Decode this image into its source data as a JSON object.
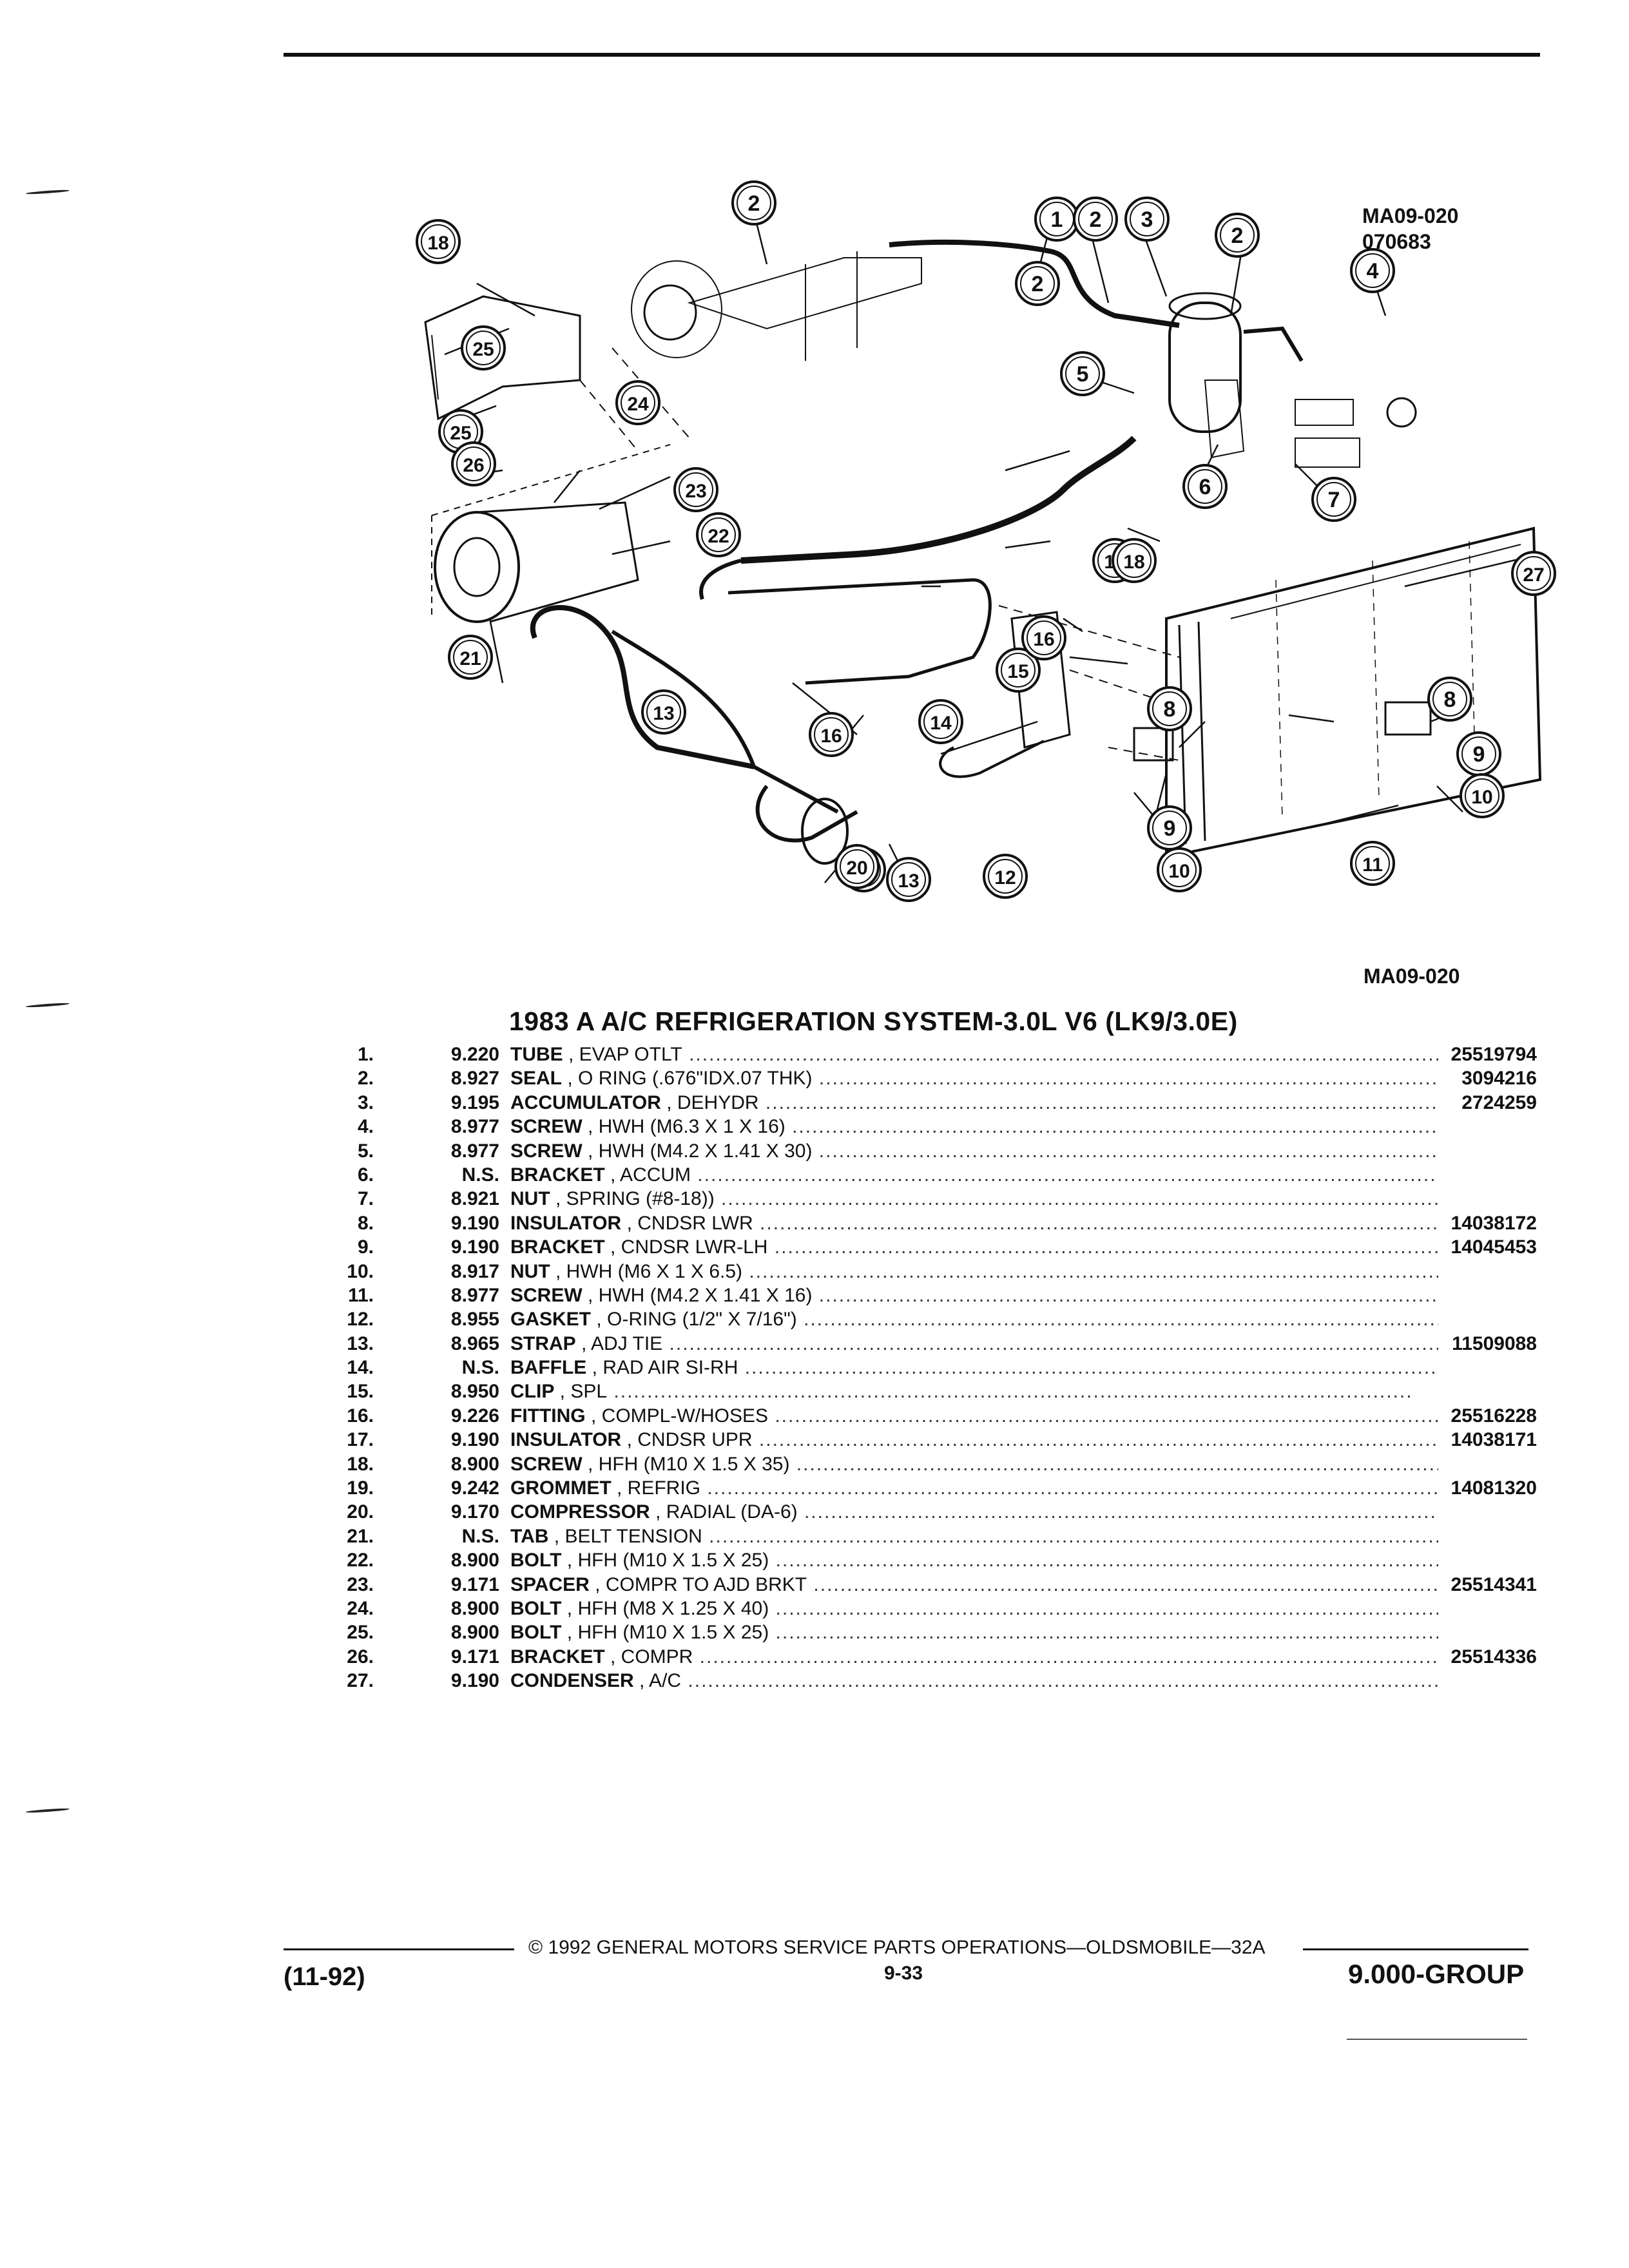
{
  "figure": {
    "id_top": "MA09-020",
    "date_code": "070683",
    "id_bottom": "MA09-020",
    "callouts": [
      "1",
      "2",
      "2",
      "2",
      "3",
      "2",
      "4",
      "5",
      "6",
      "7",
      "8",
      "8",
      "9",
      "9",
      "10",
      "10",
      "11",
      "12",
      "13",
      "13",
      "14",
      "15",
      "16",
      "16",
      "17",
      "18",
      "18",
      "19",
      "20",
      "21",
      "22",
      "23",
      "24",
      "25",
      "25",
      "26",
      "27"
    ]
  },
  "title": "1983 A A/C REFRIGERATION SYSTEM-3.0L V6 (LK9/3.0E)",
  "parts": [
    {
      "num": "1.",
      "group": "9.220",
      "name": "TUBE",
      "desc": " , EVAP OTLT",
      "pn": "25519794"
    },
    {
      "num": "2.",
      "group": "8.927",
      "name": "SEAL",
      "desc": " , O RING (.676\"IDX.07 THK)",
      "pn": "3094216"
    },
    {
      "num": "3.",
      "group": "9.195",
      "name": "ACCUMULATOR",
      "desc": " , DEHYDR",
      "pn": "2724259"
    },
    {
      "num": "4.",
      "group": "8.977",
      "name": "SCREW",
      "desc": " , HWH (M6.3 X 1 X 16)",
      "pn": ""
    },
    {
      "num": "5.",
      "group": "8.977",
      "name": "SCREW",
      "desc": " , HWH (M4.2 X 1.41 X 30)",
      "pn": ""
    },
    {
      "num": "6.",
      "group": "N.S.",
      "name": "BRACKET",
      "desc": " , ACCUM",
      "pn": ""
    },
    {
      "num": "7.",
      "group": "8.921",
      "name": "NUT",
      "desc": " , SPRING (#8-18))",
      "pn": ""
    },
    {
      "num": "8.",
      "group": "9.190",
      "name": "INSULATOR",
      "desc": " , CNDSR LWR",
      "pn": "14038172"
    },
    {
      "num": "9.",
      "group": "9.190",
      "name": "BRACKET",
      "desc": " , CNDSR LWR-LH",
      "pn": "14045453"
    },
    {
      "num": "10.",
      "group": "8.917",
      "name": "NUT",
      "desc": " , HWH (M6 X 1 X 6.5)",
      "pn": ""
    },
    {
      "num": "11.",
      "group": "8.977",
      "name": "SCREW",
      "desc": " , HWH (M4.2 X 1.41 X 16)",
      "pn": ""
    },
    {
      "num": "12.",
      "group": "8.955",
      "name": "GASKET",
      "desc": " , O-RING (1/2\" X 7/16\")",
      "pn": ""
    },
    {
      "num": "13.",
      "group": "8.965",
      "name": "STRAP",
      "desc": " , ADJ TIE",
      "pn": "11509088"
    },
    {
      "num": "14.",
      "group": "N.S.",
      "name": "BAFFLE",
      "desc": " , RAD AIR SI-RH",
      "pn": ""
    },
    {
      "num": "15.",
      "group": "8.950",
      "name": "CLIP",
      "desc": " , SPL",
      "pn": ""
    },
    {
      "num": "16.",
      "group": "9.226",
      "name": "FITTING",
      "desc": " , COMPL-W/HOSES",
      "pn": "25516228"
    },
    {
      "num": "17.",
      "group": "9.190",
      "name": "INSULATOR",
      "desc": " , CNDSR UPR",
      "pn": "14038171"
    },
    {
      "num": "18.",
      "group": "8.900",
      "name": "SCREW",
      "desc": " , HFH (M10 X 1.5 X 35)",
      "pn": ""
    },
    {
      "num": "19.",
      "group": "9.242",
      "name": "GROMMET",
      "desc": " , REFRIG",
      "pn": "14081320"
    },
    {
      "num": "20.",
      "group": "9.170",
      "name": "COMPRESSOR",
      "desc": " , RADIAL (DA-6)",
      "pn": ""
    },
    {
      "num": "21.",
      "group": "N.S.",
      "name": "TAB",
      "desc": " , BELT TENSION",
      "pn": ""
    },
    {
      "num": "22.",
      "group": "8.900",
      "name": "BOLT",
      "desc": " , HFH (M10 X 1.5 X 25)",
      "pn": ""
    },
    {
      "num": "23.",
      "group": "9.171",
      "name": "SPACER",
      "desc": " , COMPR TO AJD BRKT",
      "pn": "25514341"
    },
    {
      "num": "24.",
      "group": "8.900",
      "name": "BOLT",
      "desc": " , HFH (M8 X 1.25 X 40)",
      "pn": ""
    },
    {
      "num": "25.",
      "group": "8.900",
      "name": "BOLT",
      "desc": " , HFH (M10 X 1.5 X 25)",
      "pn": ""
    },
    {
      "num": "26.",
      "group": "9.171",
      "name": "BRACKET",
      "desc": " , COMPR",
      "pn": "25514336"
    },
    {
      "num": "27.",
      "group": "9.190",
      "name": "CONDENSER",
      "desc": " , A/C",
      "pn": ""
    }
  ],
  "footer": {
    "center": "© 1992 GENERAL MOTORS SERVICE PARTS OPERATIONS—OLDSMOBILE—32A",
    "page": "9-33",
    "left": "(11-92)",
    "right": "9.000-GROUP"
  }
}
